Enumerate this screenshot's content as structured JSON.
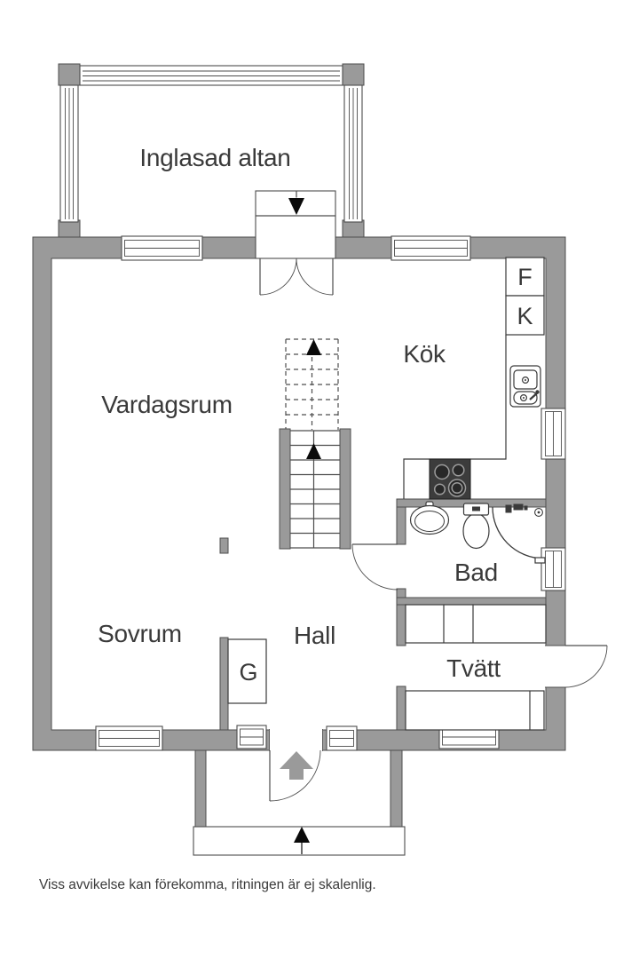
{
  "floorplan": {
    "rooms": {
      "glazed_porch": "Inglasad altan",
      "living_room": "Vardagsrum",
      "kitchen": "Kök",
      "bedroom": "Sovrum",
      "hall": "Hall",
      "bathroom": "Bad",
      "laundry": "Tvätt"
    },
    "labels": {
      "freezer": "F",
      "fridge": "K",
      "wardrobe": "G"
    },
    "disclaimer": "Viss avvikelse kan förekomma, ritningen är ej skalenlig.",
    "colors": {
      "wall": "#9a9a9a",
      "line": "#4d4d4d",
      "text": "#3a3a3a",
      "stove": "#3c3c3c",
      "arrow_black": "#0a0a0a",
      "entry_arrow": "#9a9a9a",
      "background": "#ffffff"
    }
  }
}
